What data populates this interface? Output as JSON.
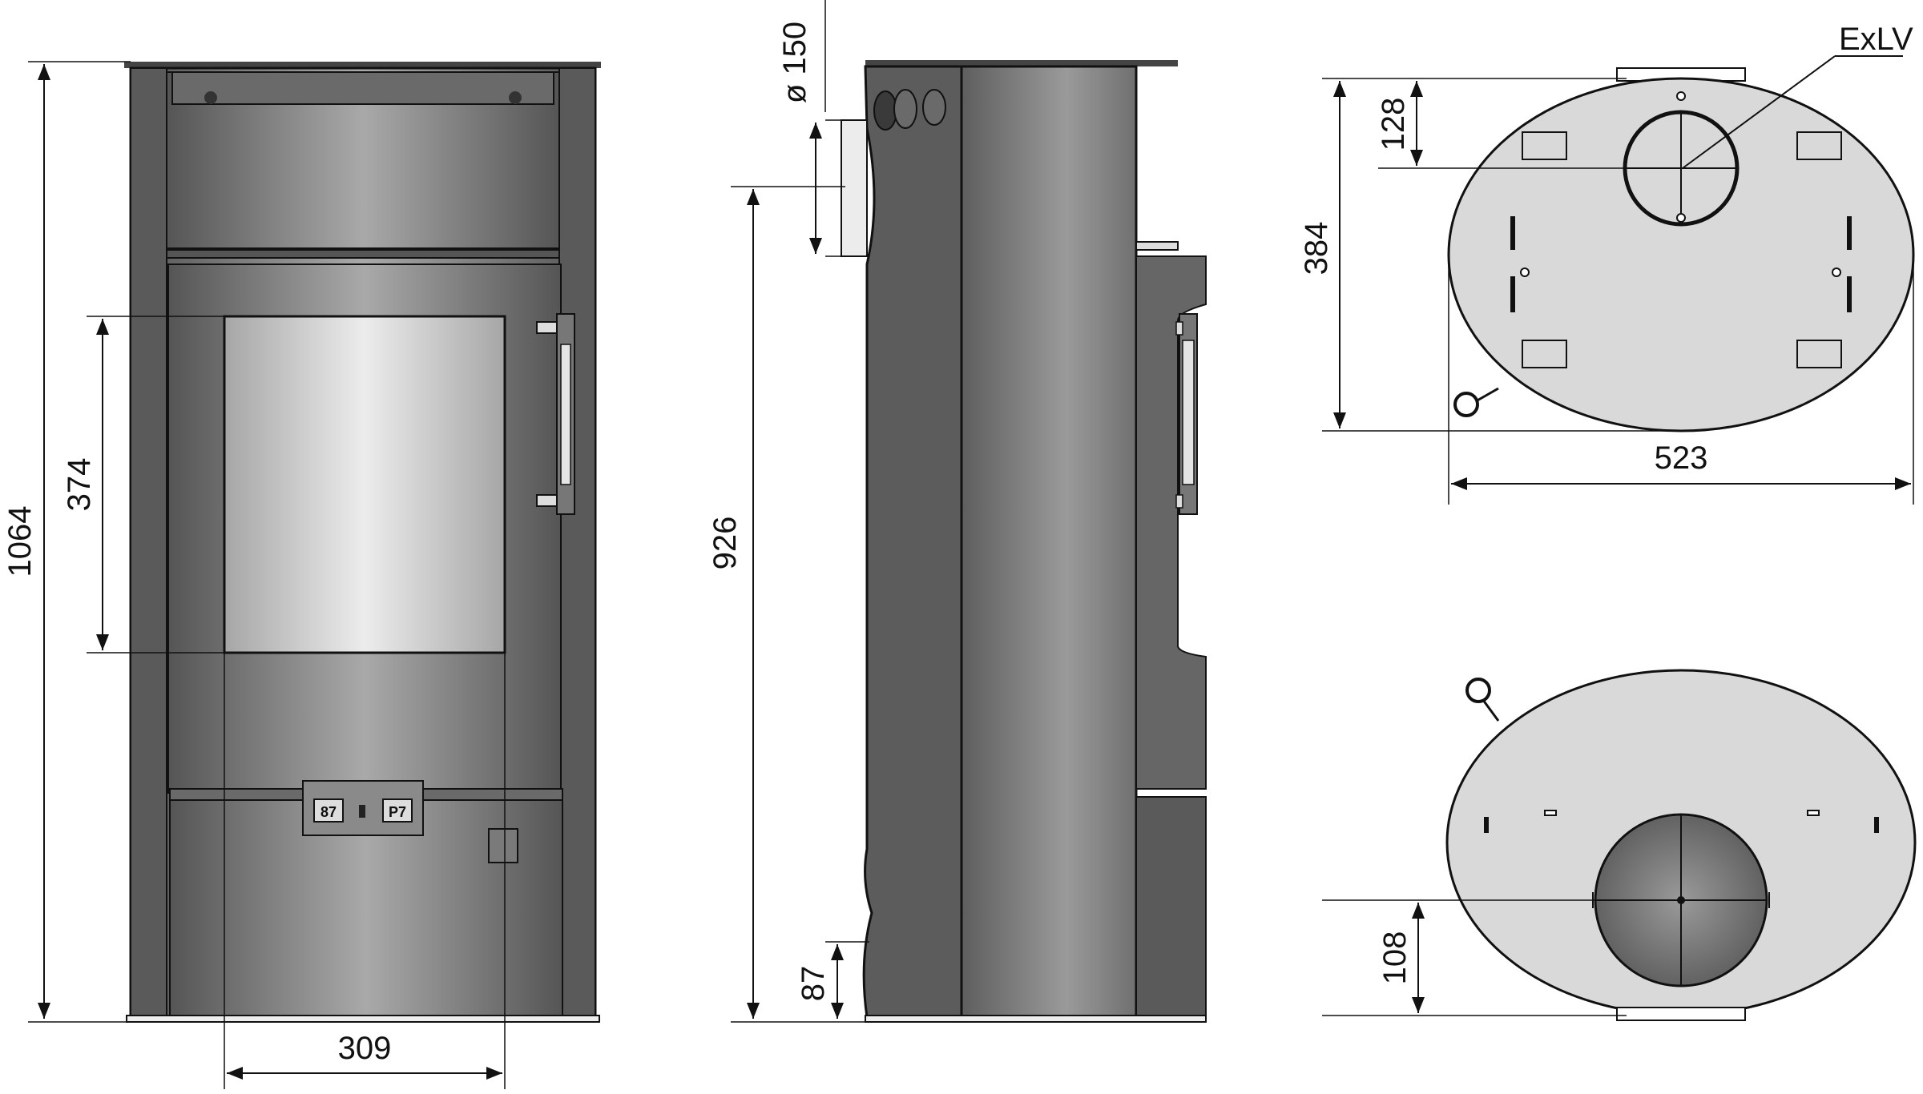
{
  "colors": {
    "body_dark": "#5a5a5a",
    "body_mid": "#8e8e8e",
    "body_light": "#a8a8a8",
    "glass": "#c8c8c8",
    "plan_fill": "#d9d9d9",
    "line": "#111111"
  },
  "front_view": {
    "dim_height": "1064",
    "dim_glass_height": "374",
    "dim_glass_width": "309",
    "badge_left": "87",
    "badge_right": "P7"
  },
  "side_view": {
    "dim_flue_diameter": "ø 150",
    "dim_flue_height": "926",
    "dim_bottom": "87"
  },
  "top_view": {
    "label_exlv": "ExLV",
    "dim_depth": "384",
    "dim_flue_offset": "128",
    "dim_width": "523"
  },
  "bottom_view": {
    "dim_offset": "108"
  }
}
